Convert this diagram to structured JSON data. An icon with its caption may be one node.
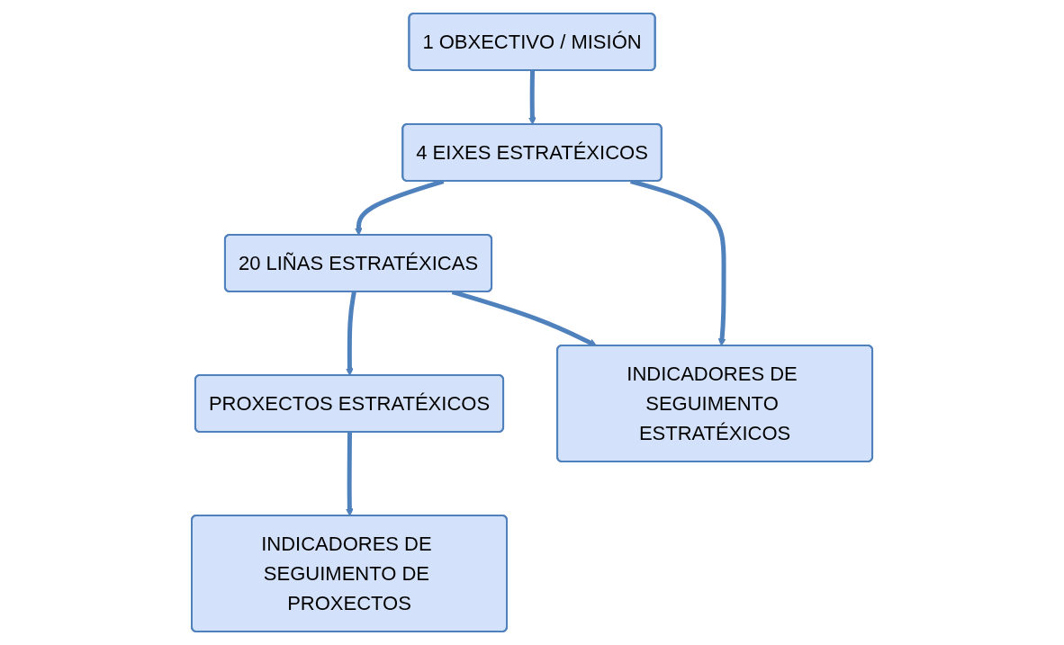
{
  "diagram": {
    "nodes": [
      {
        "text": [
          "1 OBXECTIVO / MISIÓN"
        ]
      },
      {
        "text": [
          "4 EIXES ESTRATÉXICOS"
        ]
      },
      {
        "text": [
          "20 LIÑAS ESTRATÉXICAS"
        ]
      },
      {
        "text": [
          "PROXECTOS ESTRATÉXICOS"
        ]
      },
      {
        "text": [
          "INDICADORES DE SEGUIMENTO ESTRATÉXICOS"
        ]
      },
      {
        "text": [
          "INDICADORES DE SEGUIMENTO DE PROXECTOS"
        ]
      }
    ],
    "edges": [
      {
        "from": 0,
        "to": 1,
        "arrow": "to"
      },
      {
        "from": 1,
        "to": 2,
        "arrow": "to"
      },
      {
        "from": 2,
        "to": 3,
        "arrow": "to"
      },
      {
        "from": 1,
        "to": 4,
        "arrow": "to"
      },
      {
        "from": 2,
        "to": 4,
        "arrow": "to"
      },
      {
        "from": 3,
        "to": 5,
        "arrow": "to"
      }
    ]
  }
}
